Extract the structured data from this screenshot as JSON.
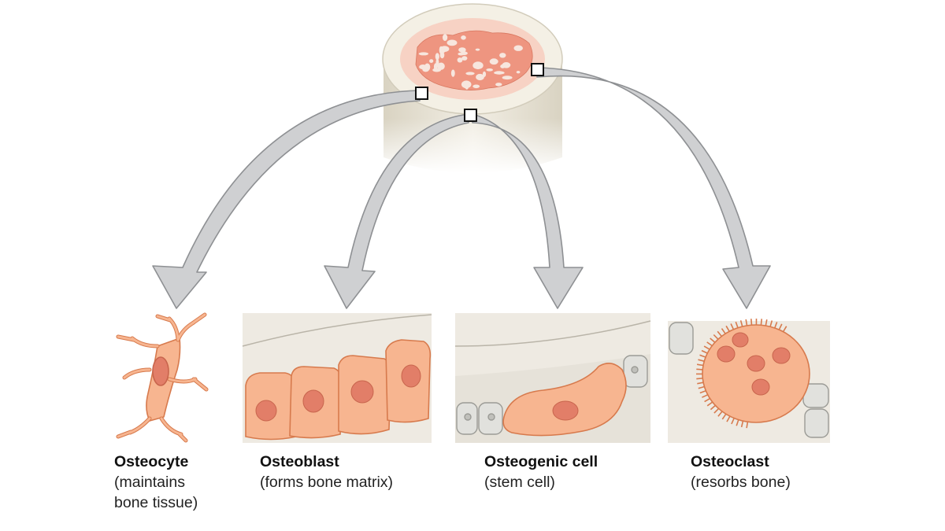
{
  "colors": {
    "bone_outer": "#e9e4d6",
    "bone_inner": "#f6f2e8",
    "spongy": "#ef9b88",
    "spongy_dark": "#e2806c",
    "arrow_fill": "#cfd0d2",
    "arrow_stroke": "#8e9093",
    "cell_fill": "#f7b590",
    "cell_stroke": "#d77a4d",
    "nucleus": "#e27e68",
    "matrix_bg": "#eeeae2",
    "lining_cell": "#e1e1dd"
  },
  "cells": [
    {
      "id": "osteocyte",
      "name": "Osteocyte",
      "desc": "(maintains\nbone tissue)"
    },
    {
      "id": "osteoblast",
      "name": "Osteoblast",
      "desc": "(forms bone matrix)"
    },
    {
      "id": "osteogenic",
      "name": "Osteogenic cell",
      "desc": "(stem cell)"
    },
    {
      "id": "osteoclast",
      "name": "Osteoclast",
      "desc": "(resorbs bone)"
    }
  ]
}
